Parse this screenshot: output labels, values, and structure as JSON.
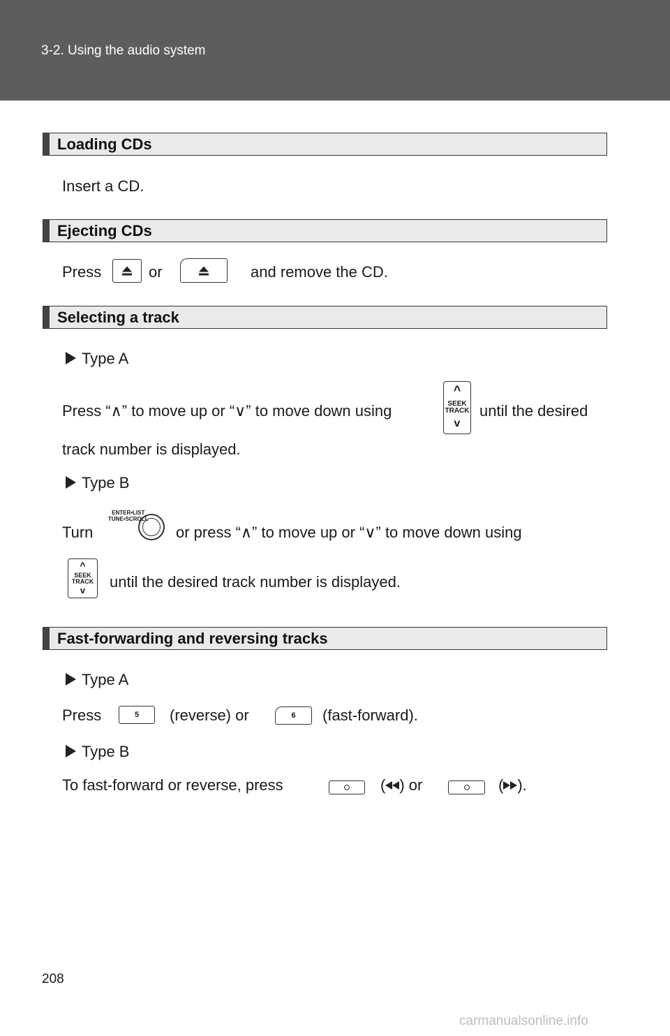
{
  "header": {
    "breadcrumb": "3-2. Using the audio system"
  },
  "sections": {
    "loading": {
      "title": "Loading CDs",
      "text": "Insert a CD."
    },
    "ejecting": {
      "title": "Ejecting CDs",
      "press": "Press",
      "or": "or",
      "rest": "and remove the CD."
    },
    "selecting": {
      "title": "Selecting a track",
      "typeA": "Type A",
      "a_line1": "Press “∧” to move up or “∨” to move down using",
      "a_line1b": "until the desired",
      "a_line2": "track number is displayed.",
      "typeB": "Type B",
      "b_turn": "Turn",
      "b_line1": "or  press  “∧”  to  move  up  or  “∨”  to  move  down  using",
      "b_line2": "until the desired track number is displayed.",
      "knob_label_1": "ENTER•LIST",
      "knob_label_2": "TUNE•SCROLL",
      "seek_label_1": "SEEK",
      "seek_label_2": "TRACK"
    },
    "fast": {
      "title": "Fast-forwarding and reversing tracks",
      "typeA": "Type A",
      "press": "Press",
      "reverse": "(reverse) or",
      "forward": "(fast-forward).",
      "btn5": "5",
      "btn6": "6",
      "typeB": "Type B",
      "b_text": "To fast-forward or reverse, press",
      "open_paren": "(",
      "close_or": ") or",
      "close_end": ")."
    }
  },
  "page_number": "208",
  "watermark": "carmanualsonline.info"
}
